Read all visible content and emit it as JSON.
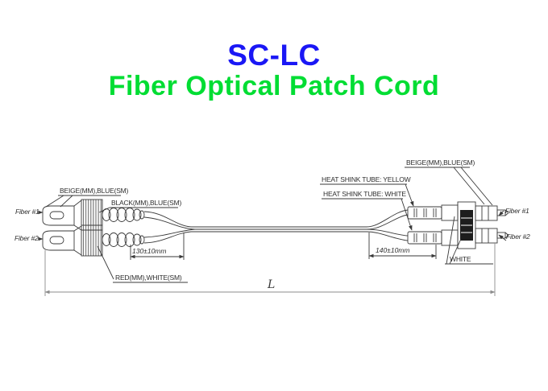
{
  "title": "SC-LC",
  "subtitle": "Fiber Optical Patch Cord",
  "colors": {
    "title": "#1a17f5",
    "subtitle": "#00dd33",
    "drawing_line": "#3a3a3a",
    "dim_line": "#8c8c8c"
  },
  "labels": {
    "left": {
      "connector_color": "BEIGE(MM),BLUE(SM)",
      "boot1_color": "BLACK(MM),BLUE(SM)",
      "boot2_color": "RED(MM),WHITE(SM)",
      "fiber1": "Fiber #1",
      "fiber2": "Fiber #2"
    },
    "right": {
      "connector_color": "BEIGE(MM),BLUE(SM)",
      "heat_shrink_tube_1": "HEAT SHINK TUBE: YELLOW",
      "heat_shrink_tube_2": "HEAT SHINK TUBE: WHITE",
      "body_color": "WHITE",
      "fiber1": "Fiber #1",
      "fiber2": "Fiber #2"
    }
  },
  "dimensions": {
    "sc_breakout": "130±10mm",
    "lc_breakout": "140±10mm",
    "overall_length": "L"
  }
}
